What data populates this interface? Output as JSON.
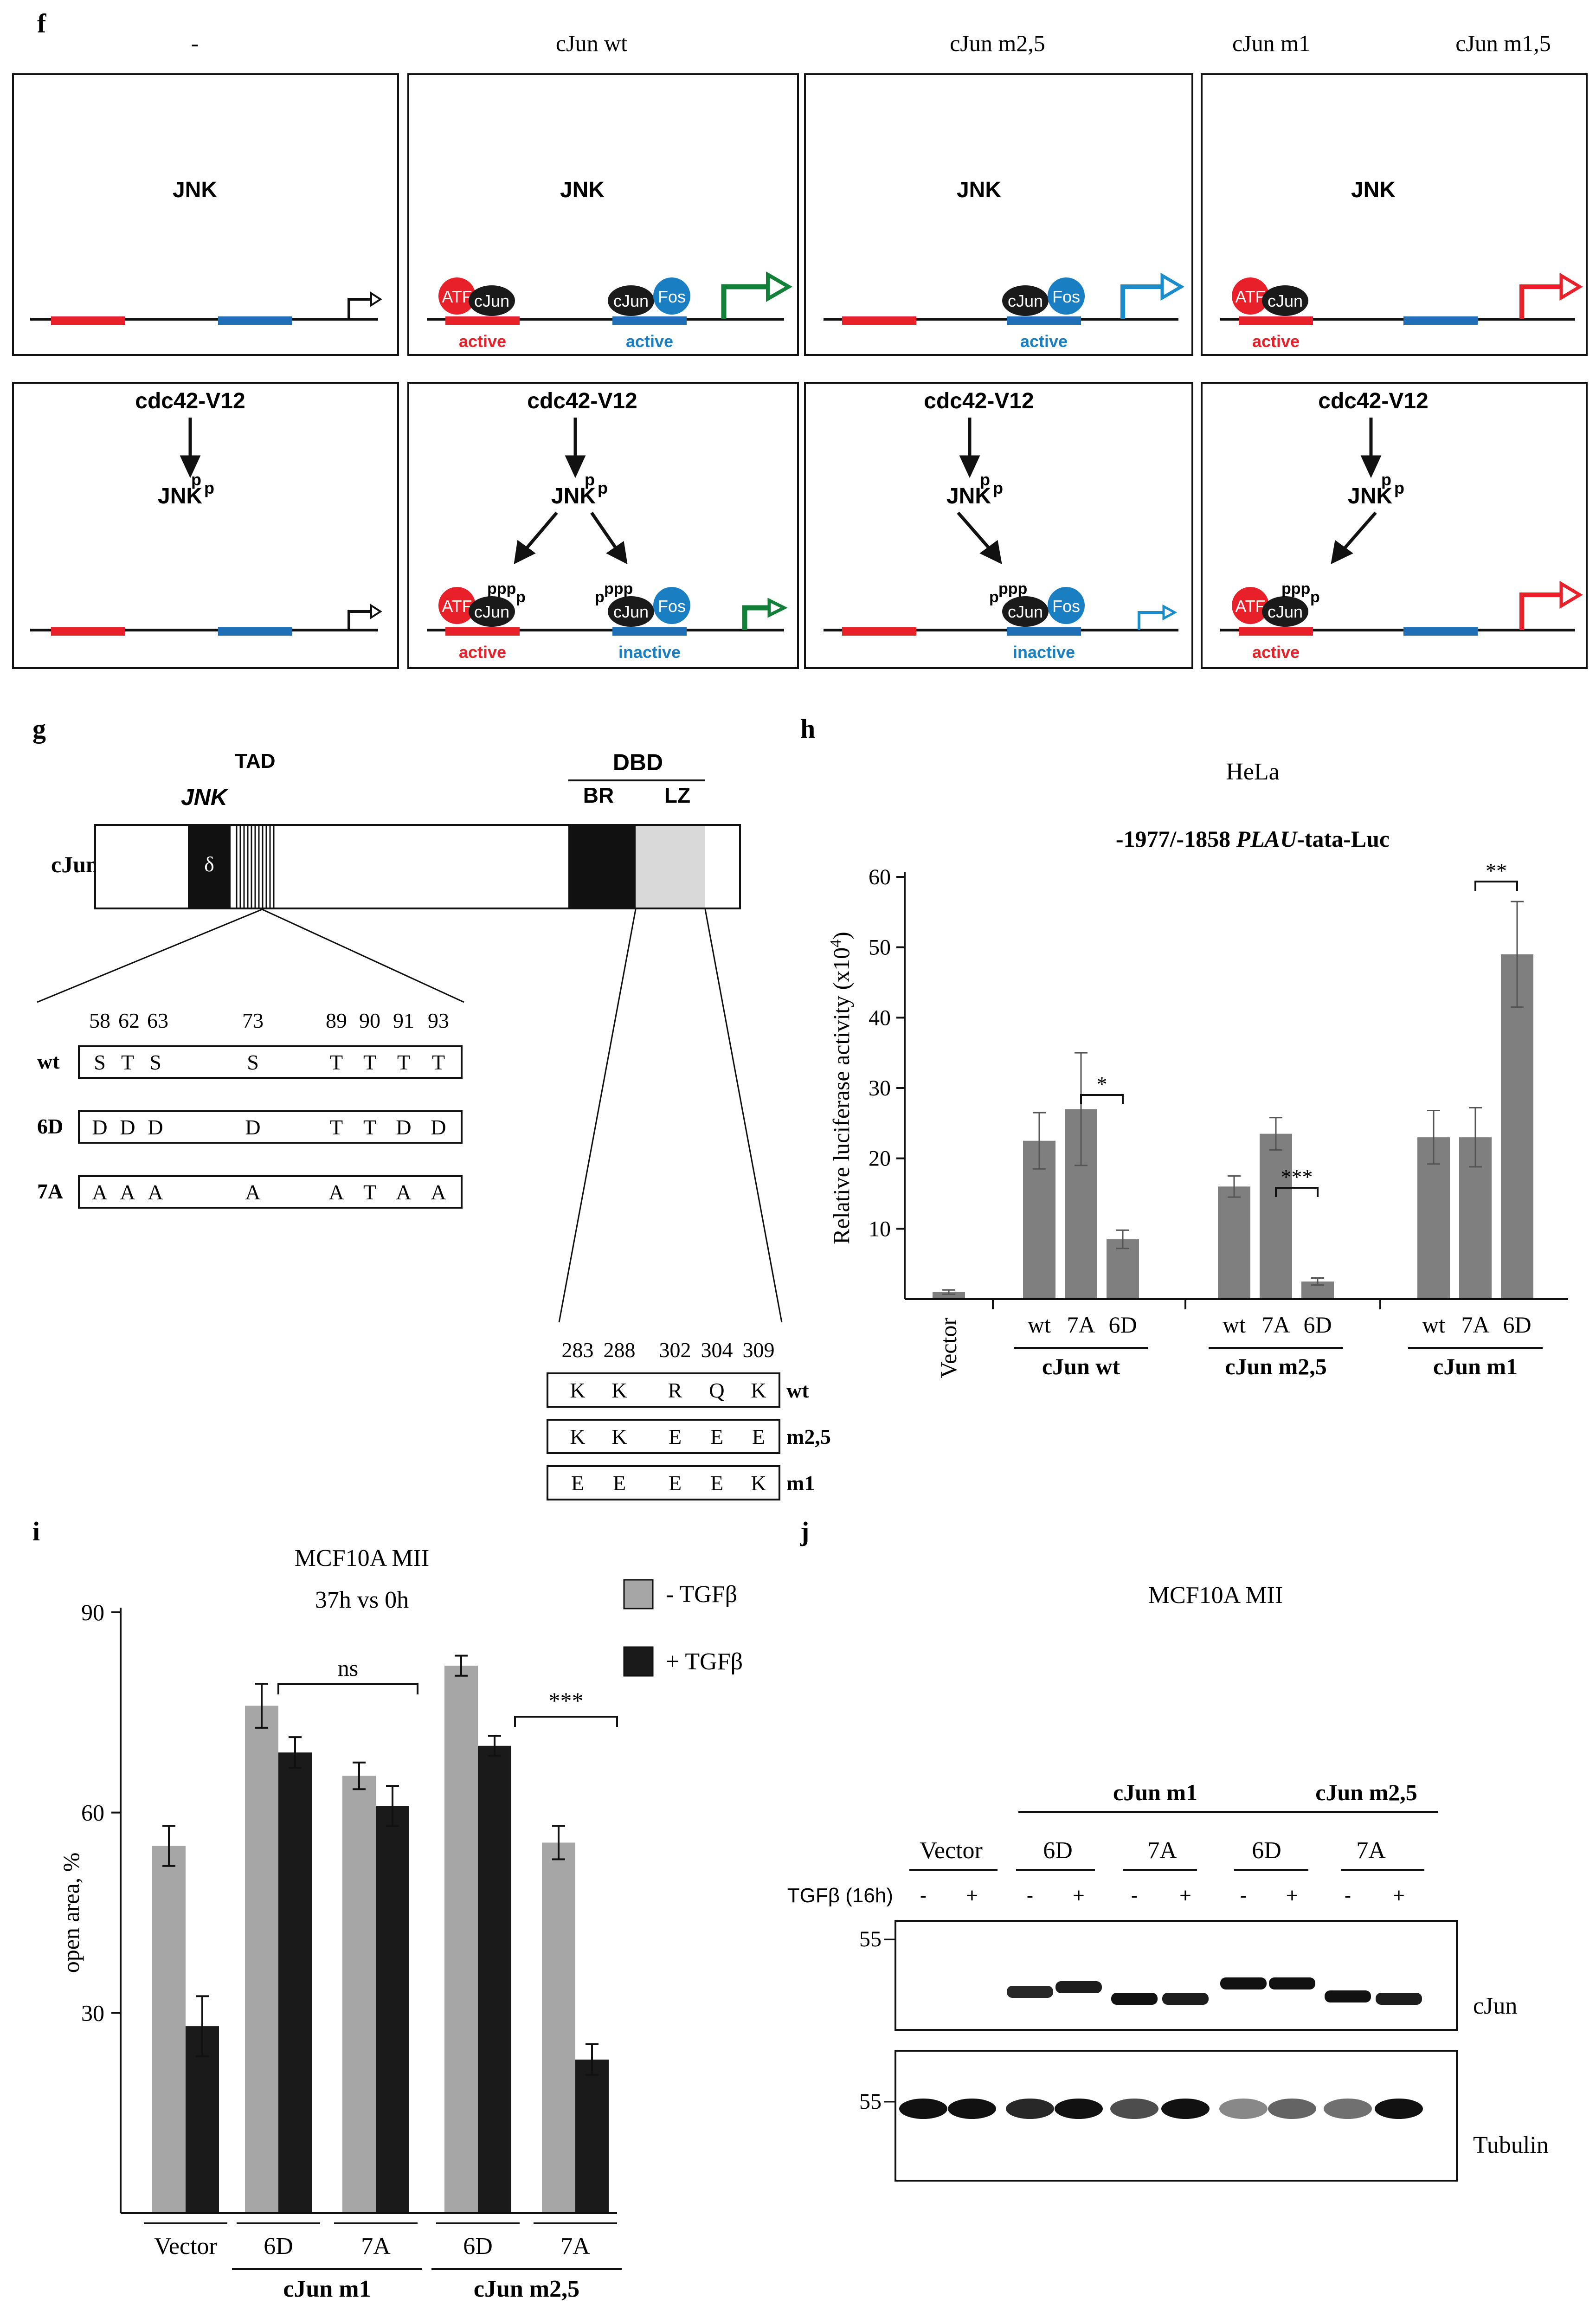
{
  "panel_f": {
    "letter": "f",
    "column_titles": [
      "-",
      "cJun wt",
      "cJun m2,5",
      "cJun m1",
      "cJun m1,5"
    ],
    "jnk": "JNK",
    "activator": "cdc42-V12",
    "atf": "ATF",
    "cjun": "cJun",
    "fos": "Fos",
    "active": "active",
    "inactive": "inactive",
    "p": "p",
    "p2": "p",
    "ppp": "ppp",
    "ppp_sub": "p",
    "ppp_pre": "p"
  },
  "panel_g": {
    "letter": "g",
    "tad": "TAD",
    "jnk": "JNK",
    "dbd": "DBD",
    "br": "BR",
    "lz": "LZ",
    "protein": "cJun",
    "delta": "δ",
    "positions": [
      "58",
      "62",
      "63",
      "73",
      "89",
      "90",
      "91",
      "93"
    ],
    "rows": [
      {
        "name": "wt",
        "residues": [
          "S",
          "T",
          "S",
          "S",
          "T",
          "T",
          "T",
          "T"
        ]
      },
      {
        "name": "6D",
        "residues": [
          "D",
          "D",
          "D",
          "D",
          "T",
          "T",
          "D",
          "D"
        ]
      },
      {
        "name": "7A",
        "residues": [
          "A",
          "A",
          "A",
          "A",
          "A",
          "T",
          "A",
          "A"
        ]
      }
    ],
    "dbd_positions": [
      "283",
      "288",
      "302",
      "304",
      "309"
    ],
    "dbd_rows": [
      {
        "name": "wt",
        "residues": [
          "K",
          "K",
          "R",
          "Q",
          "K"
        ]
      },
      {
        "name": "m2,5",
        "residues": [
          "K",
          "K",
          "E",
          "E",
          "E"
        ]
      },
      {
        "name": "m1",
        "residues": [
          "E",
          "E",
          "E",
          "E",
          "K"
        ]
      }
    ]
  },
  "chart_data": [
    {
      "panel": "h",
      "type": "bar",
      "title": "HeLa",
      "subtitle_pre": "-1977/-1858 ",
      "subtitle_italic": "PLAU",
      "subtitle_post": "-tata-Luc",
      "ylabel": "Relative luciferase activity (x10",
      "ylabel_sup": "4",
      "ylabel_end": ")",
      "ylim": [
        0,
        60
      ],
      "yticks": [
        10,
        20,
        30,
        40,
        50,
        60
      ],
      "categories": [
        "Vector",
        "wt",
        "7A",
        "6D",
        "wt",
        "7A",
        "6D",
        "wt",
        "7A",
        "6D"
      ],
      "values": [
        1,
        22.5,
        27,
        8.5,
        16,
        23.5,
        2.5,
        23,
        23,
        49
      ],
      "errors": [
        0.3,
        4,
        8,
        1.3,
        1.5,
        2.3,
        0.5,
        3.8,
        4.2,
        7.5
      ],
      "groups": [
        {
          "label": "cJun wt",
          "from": 1,
          "to": 3
        },
        {
          "label": "cJun m2,5",
          "from": 4,
          "to": 6
        },
        {
          "label": "cJun m1",
          "from": 7,
          "to": 9
        }
      ],
      "significance": [
        {
          "from": 2,
          "to": 3,
          "label": "*"
        },
        {
          "from": 5,
          "to": 6,
          "label": "***"
        },
        {
          "from": 8,
          "to": 9,
          "label": "**"
        }
      ],
      "bar_color": "#7f7f7f"
    },
    {
      "panel": "i",
      "type": "bar",
      "title": "MCF10A MII",
      "subtitle": "37h vs 0h",
      "ylabel": "open area, %",
      "ylim": [
        0,
        90
      ],
      "yticks": [
        30,
        60,
        90
      ],
      "categories": [
        "Vector",
        "6D",
        "7A",
        "6D",
        "7A"
      ],
      "series": [
        {
          "name": "- TGFβ",
          "color": "#a6a6a6",
          "values": [
            55,
            76,
            65.5,
            82,
            55.5
          ],
          "errors": [
            3,
            3.3,
            2,
            1.5,
            2.5
          ]
        },
        {
          "name": "+ TGFβ",
          "color": "#1a1a1a",
          "values": [
            28,
            69,
            61,
            70,
            23
          ],
          "errors": [
            4.5,
            2.3,
            3,
            1.5,
            2.3
          ]
        }
      ],
      "groups": [
        {
          "label": "cJun m1",
          "from": 1,
          "to": 2
        },
        {
          "label": "cJun m2,5",
          "from": 3,
          "to": 4
        }
      ],
      "significance": [
        {
          "label": "ns"
        },
        {
          "label": "***"
        }
      ]
    }
  ],
  "panel_j": {
    "letter": "j",
    "title": "MCF10A MII",
    "group1": "cJun m1",
    "group2": "cJun m2,5",
    "lanes": [
      "Vector",
      "6D",
      "7A",
      "6D",
      "7A"
    ],
    "treatment": "TGFβ (16h)",
    "minus": "-",
    "plus": "+",
    "marker": "55",
    "band1": "cJun",
    "band2": "Tubulin"
  },
  "colors": {
    "atf_red": "#e8202a",
    "fos_blue": "#1a7ec3",
    "promoter_red": "#e8202a",
    "promoter_blue": "#1f6fb7",
    "arrow_green": "#13803a",
    "arrow_blue": "#1a8ccc",
    "arrow_red": "#e8202a"
  }
}
